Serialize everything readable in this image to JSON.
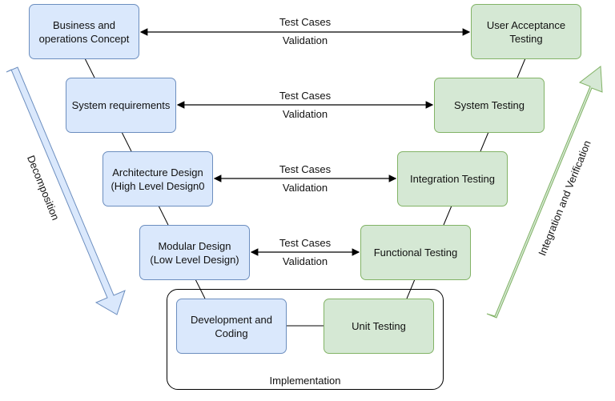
{
  "left_nodes": [
    {
      "label": "Business and\noperations Concept"
    },
    {
      "label": "System requirements"
    },
    {
      "label": "Architecture Design\n(High Level Design0"
    },
    {
      "label": "Modular Design\n(Low Level Design)"
    },
    {
      "label": "Development and\nCoding"
    }
  ],
  "right_nodes": [
    {
      "label": "User Acceptance\nTesting"
    },
    {
      "label": "System Testing"
    },
    {
      "label": "Integration Testing"
    },
    {
      "label": "Functional Testing"
    },
    {
      "label": "Unit Testing"
    }
  ],
  "links": [
    {
      "top": "Test Cases",
      "bottom": "Validation"
    },
    {
      "top": "Test Cases",
      "bottom": "Validation"
    },
    {
      "top": "Test Cases",
      "bottom": "Validation"
    },
    {
      "top": "Test Cases",
      "bottom": "Validation"
    }
  ],
  "implementation_label": "Implementation",
  "left_arrow_label": "Decomposition",
  "right_arrow_label": "Integration and Verification",
  "colors": {
    "left_fill": "#dae8fc",
    "left_stroke": "#6c8ebf",
    "right_fill": "#d5e8d4",
    "right_stroke": "#82b366"
  }
}
